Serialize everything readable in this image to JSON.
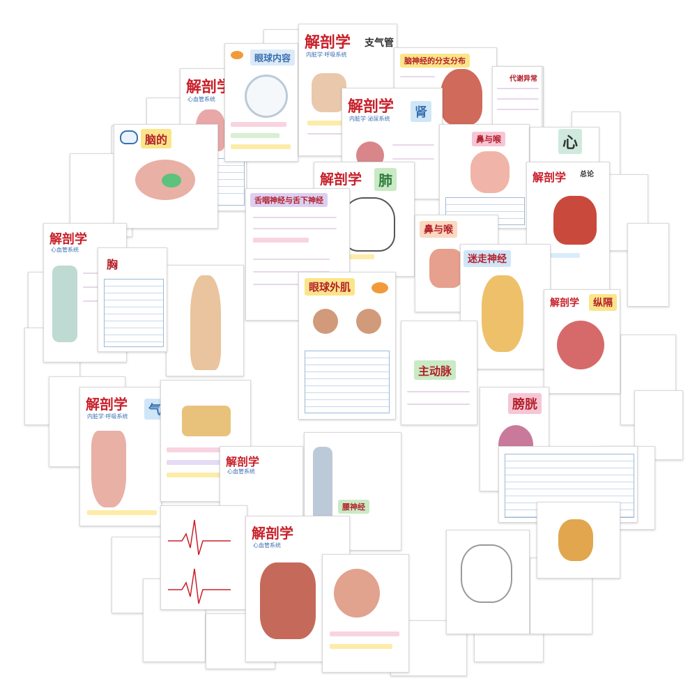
{
  "colors": {
    "title_red": "#c8202a",
    "note_blue": "#3a6fb0",
    "highlight_pink": "#f6c6d6",
    "highlight_yellow": "#fbe58a",
    "highlight_green": "#c9eac4",
    "highlight_purple": "#dccff0",
    "organ_red": "#c94a3c"
  },
  "cards": {
    "top_center": {
      "title": "解剖学",
      "subtitle": "内脏学·呼吸系统",
      "tag": "支气管"
    },
    "eye_card": {
      "title": "眼球内容"
    },
    "cranial_nerve_card": {
      "title": "脑神经的分支分布"
    },
    "modern_card": {
      "title": "代谢异常"
    },
    "upper_left": {
      "title": "解剖学",
      "subtitle": "心血管系统"
    },
    "kidney_card": {
      "title": "解剖学",
      "subtitle": "内脏学·泌尿系统",
      "tag": "肾"
    },
    "brain_card": {
      "title": "脑的"
    },
    "heart_card": {
      "tag": "心"
    },
    "lung_card": {
      "title": "解剖学",
      "tag": "肺"
    },
    "nose_throat_1": {
      "tag": "鼻与喉"
    },
    "nose_throat_2": {
      "tag": "鼻与喉"
    },
    "glossopharyngeal": {
      "title": "舌咽神经与舌下神经"
    },
    "general_card": {
      "title": "解剖学",
      "tag": "总论"
    },
    "left_card_1": {
      "title": "解剖学",
      "subtitle": "心血管系统"
    },
    "eye_muscle": {
      "title": "眼球外肌"
    },
    "vagus": {
      "title": "迷走神经"
    },
    "mediastinum": {
      "title": "解剖学",
      "tag": "纵隔"
    },
    "thorax_card": {
      "title": "胸"
    },
    "lower_left": {
      "title": "解剖学",
      "subtitle": "内脏学·呼吸系统",
      "tag": "气"
    },
    "bladder": {
      "tag": "膀胱"
    },
    "lumbar": {
      "tag": "腰神经"
    },
    "bottom_center": {
      "title": "解剖学",
      "subtitle": "心血管系统"
    },
    "middle_small": {
      "title": "解剖学",
      "subtitle": "心血管系统"
    },
    "artery_main": {
      "title": "主动脉"
    }
  }
}
